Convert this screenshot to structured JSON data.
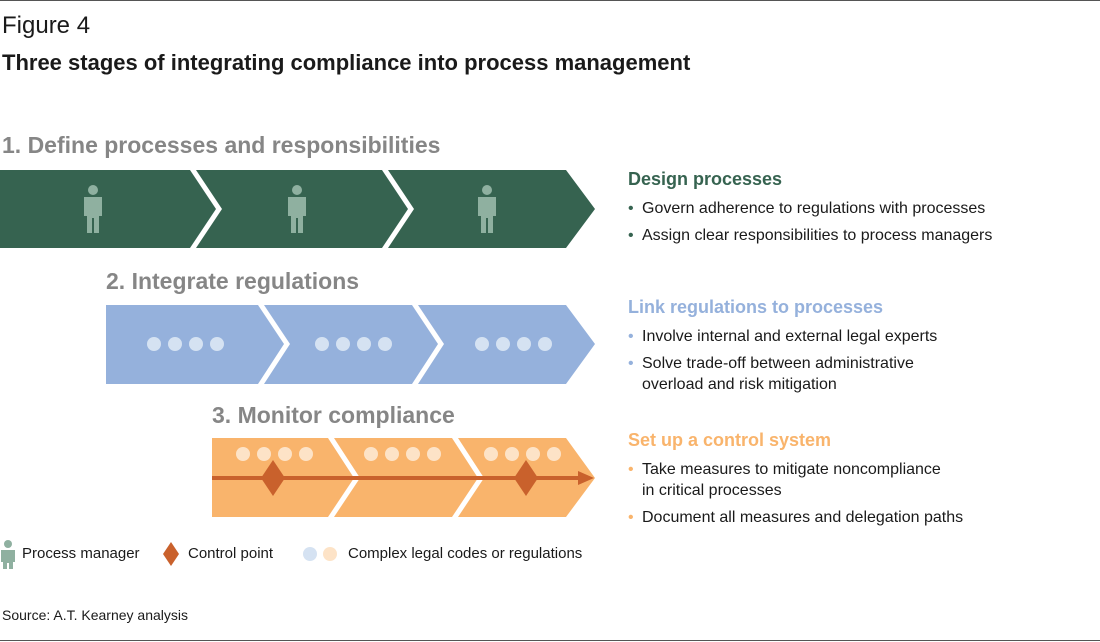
{
  "figure_label": "Figure 4",
  "figure_title": "Three stages of integrating compliance into process management",
  "colors": {
    "stage1": "#366350",
    "stage1_person": "#8fb0a0",
    "stage2": "#95b1dc",
    "stage2_dot": "#d5e2f2",
    "stage3": "#f9b46c",
    "stage3_dot": "#fde3c7",
    "control": "#c9612c",
    "stage_title": "#868686"
  },
  "stages": [
    {
      "title": "1. Define processes and responsibilities",
      "heading": "Design processes",
      "bullets": [
        "Govern adherence to regulations with processes",
        "Assign clear responsibilities to process managers"
      ]
    },
    {
      "title": "2. Integrate regulations",
      "heading": "Link regulations to processes",
      "bullets": [
        "Involve internal and external legal experts",
        "Solve trade-off between administrative\noverload and risk mitigation"
      ]
    },
    {
      "title": "3. Monitor compliance",
      "heading": "Set up a control system",
      "bullets": [
        "Take measures to mitigate noncompliance\nin critical processes",
        "Document all measures and delegation paths"
      ]
    }
  ],
  "legend": {
    "process_manager": "Process manager",
    "control_point": "Control point",
    "legal_codes": "Complex legal codes or regulations"
  },
  "source": "Source: A.T. Kearney analysis"
}
